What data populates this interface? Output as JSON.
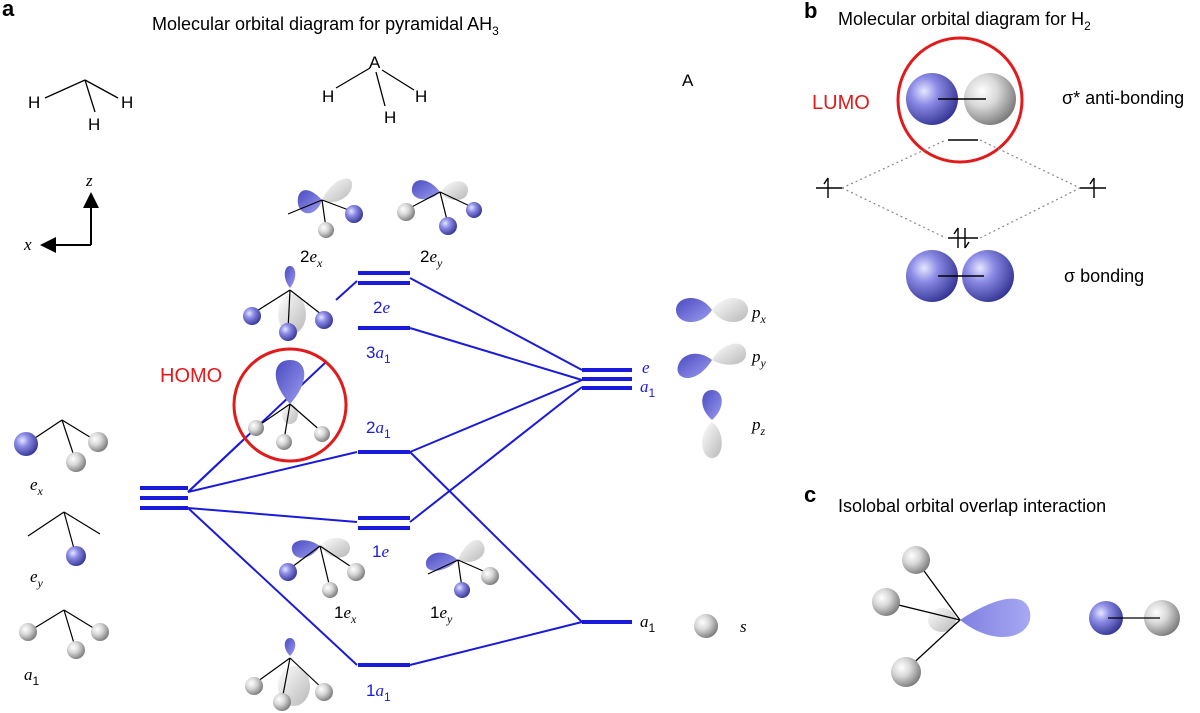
{
  "panel_a": {
    "letter": "a",
    "title": "Molecular orbital diagram for pyramidal AH",
    "title_sub": "3",
    "h3_atoms": [
      "H",
      "H",
      "H"
    ],
    "ah3_atoms": [
      "A",
      "H",
      "H",
      "H"
    ],
    "a_atom": "A",
    "axis_z": "z",
    "axis_x": "x",
    "homo": "HOMO",
    "ligand_labels": [
      {
        "main": "e",
        "sub": "x"
      },
      {
        "main": "e",
        "sub": "y"
      },
      {
        "main": "a",
        "sub": "1"
      }
    ],
    "mo_levels": [
      {
        "pre": "2",
        "main": "e",
        "sub": ""
      },
      {
        "pre": "3",
        "main": "a",
        "sub": "1"
      },
      {
        "pre": "2",
        "main": "a",
        "sub": "1"
      },
      {
        "pre": "1",
        "main": "e",
        "sub": ""
      },
      {
        "pre": "1",
        "main": "a",
        "sub": "1"
      }
    ],
    "mo_orbital_labels": [
      {
        "pre": "2",
        "main": "e",
        "sub": "x"
      },
      {
        "pre": "2",
        "main": "e",
        "sub": "y"
      },
      {
        "pre": "1",
        "main": "e",
        "sub": "x"
      },
      {
        "pre": "1",
        "main": "e",
        "sub": "y"
      }
    ],
    "a_levels": [
      {
        "main": "e",
        "sub": ""
      },
      {
        "main": "a",
        "sub": "1"
      },
      {
        "main": "a",
        "sub": "1"
      }
    ],
    "a_orbitals": [
      {
        "main": "p",
        "sub": "x"
      },
      {
        "main": "p",
        "sub": "y"
      },
      {
        "main": "p",
        "sub": "z"
      },
      {
        "main": "s",
        "sub": ""
      }
    ]
  },
  "panel_b": {
    "letter": "b",
    "title": "Molecular orbital diagram for H",
    "title_sub": "2",
    "lumo": "LUMO",
    "antibonding": "σ* anti-bonding",
    "bonding": "σ bonding"
  },
  "panel_c": {
    "letter": "c",
    "title": "Isolobal orbital overlap interaction"
  },
  "colors": {
    "level_blue": "#1a1adb",
    "highlight_red": "#e11b1b",
    "lobe_purple": "#5a5ad0",
    "lobe_grey": "#cfcfcf"
  }
}
